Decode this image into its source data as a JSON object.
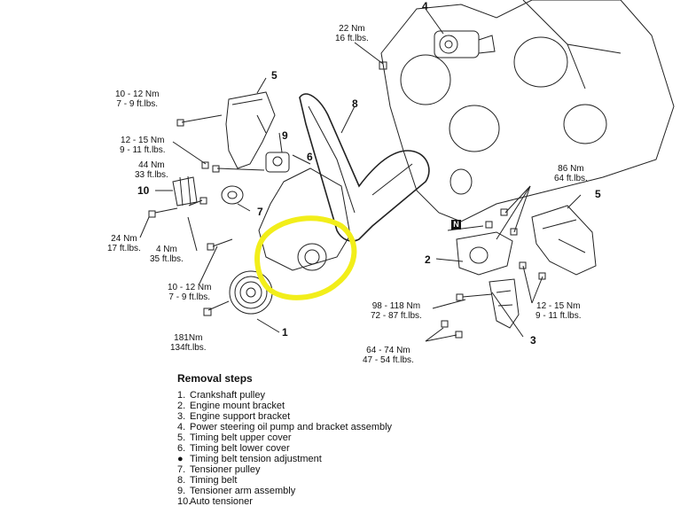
{
  "highlight_color": "#f2ee1a",
  "callouts": [
    {
      "id": "c1",
      "lines": [
        "22 Nm",
        "16 ft.lbs."
      ]
    },
    {
      "id": "c2",
      "lines": [
        "10 - 12 Nm",
        "7 - 9 ft.lbs."
      ]
    },
    {
      "id": "c3",
      "lines": [
        "12 - 15 Nm",
        "9 - 11 ft.lbs."
      ]
    },
    {
      "id": "c4",
      "lines": [
        "44 Nm",
        "33 ft.lbs."
      ]
    },
    {
      "id": "c5",
      "lines": [
        "24 Nm",
        "17 ft.lbs."
      ]
    },
    {
      "id": "c6",
      "lines": [
        "4  Nm",
        "35 ft.lbs."
      ]
    },
    {
      "id": "c7",
      "lines": [
        "10 - 12 Nm",
        "7 - 9 ft.lbs."
      ]
    },
    {
      "id": "c8",
      "lines": [
        "181Nm",
        "134ft.lbs."
      ]
    },
    {
      "id": "c9",
      "lines": [
        "86 Nm",
        "64 ft.lbs."
      ]
    },
    {
      "id": "c10",
      "lines": [
        "98 - 118 Nm",
        "72 - 87 ft.lbs."
      ]
    },
    {
      "id": "c11",
      "lines": [
        "12 - 15 Nm",
        "9 - 11 ft.lbs."
      ]
    },
    {
      "id": "c12",
      "lines": [
        "64 - 74 Nm",
        "47 - 54 ft.lbs."
      ]
    }
  ],
  "part_numbers": [
    "4",
    "5",
    "8",
    "9",
    "6",
    "10",
    "7",
    "1",
    "5",
    "2",
    "3"
  ],
  "n_marker": "N",
  "removal": {
    "heading": "Removal steps",
    "steps": [
      {
        "marker": "1.",
        "text": "Crankshaft pulley"
      },
      {
        "marker": "2.",
        "text": "Engine mount bracket"
      },
      {
        "marker": "3.",
        "text": "Engine support bracket"
      },
      {
        "marker": "4.",
        "text": "Power steering oil pump and bracket assembly"
      },
      {
        "marker": "5.",
        "text": "Timing belt upper cover"
      },
      {
        "marker": "6.",
        "text": "Timing belt lower cover"
      },
      {
        "marker": "●",
        "text": "Timing belt tension adjustment"
      },
      {
        "marker": "7.",
        "text": "Tensioner pulley"
      },
      {
        "marker": "8.",
        "text": "Timing belt"
      },
      {
        "marker": "9.",
        "text": "Tensioner arm assembly"
      },
      {
        "marker": "10.",
        "text": "Auto tensioner"
      }
    ]
  }
}
